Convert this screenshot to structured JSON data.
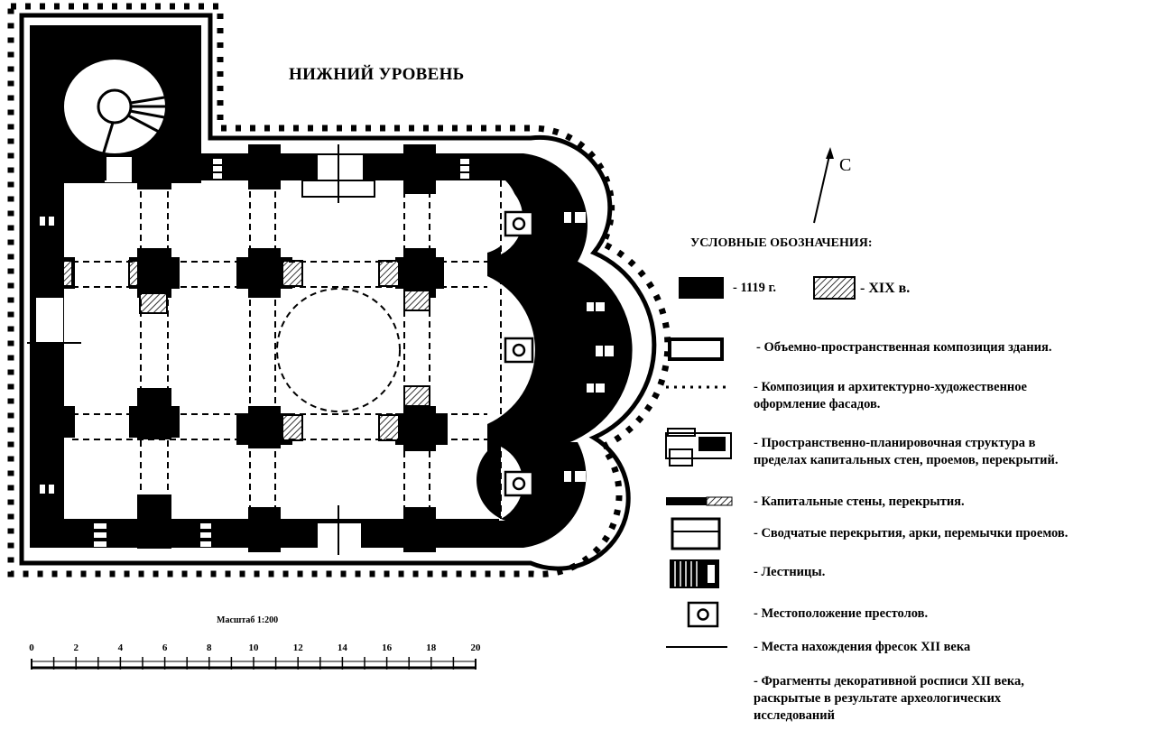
{
  "plan": {
    "title": "НИЖНИЙ УРОВЕНЬ",
    "north_label": "С"
  },
  "legend": {
    "title": "УСЛОВНЫЕ ОБОЗНАЧЕНИЯ:",
    "period_1119": "- 1119 г.",
    "period_xix": "- XIX в.",
    "items": [
      {
        "symbol": "outlined-rectangle",
        "text": "- Объемно-пространственная композиция здания."
      },
      {
        "symbol": "dotted-line",
        "text": "- Композиция и архитектурно-художественное\n  оформление фасадов."
      },
      {
        "symbol": "mini-plan",
        "text": "- Пространственно-планировочная структура  в\n  пределах капитальных стен,  проемов,  перекрытий."
      },
      {
        "symbol": "wall-bar",
        "text": "- Капитальные стены, перекрытия."
      },
      {
        "symbol": "vaults",
        "text": "- Сводчатые перекрытия, арки, перемычки проемов."
      },
      {
        "symbol": "stairs",
        "text": "- Лестницы."
      },
      {
        "symbol": "altar",
        "text": "- Местоположение престолов."
      },
      {
        "symbol": "solid-line",
        "text": "- Места нахождения фресок XII века"
      },
      {
        "symbol": "none",
        "text": "- Фрагменты декоративной росписи XII века,\n  раскрытые в результате археологических\n  исследований"
      }
    ]
  },
  "scale": {
    "title": "Масштаб 1:200",
    "ticks": [
      "0",
      "2",
      "4",
      "6",
      "8",
      "10",
      "12",
      "14",
      "16",
      "18",
      "20"
    ]
  }
}
